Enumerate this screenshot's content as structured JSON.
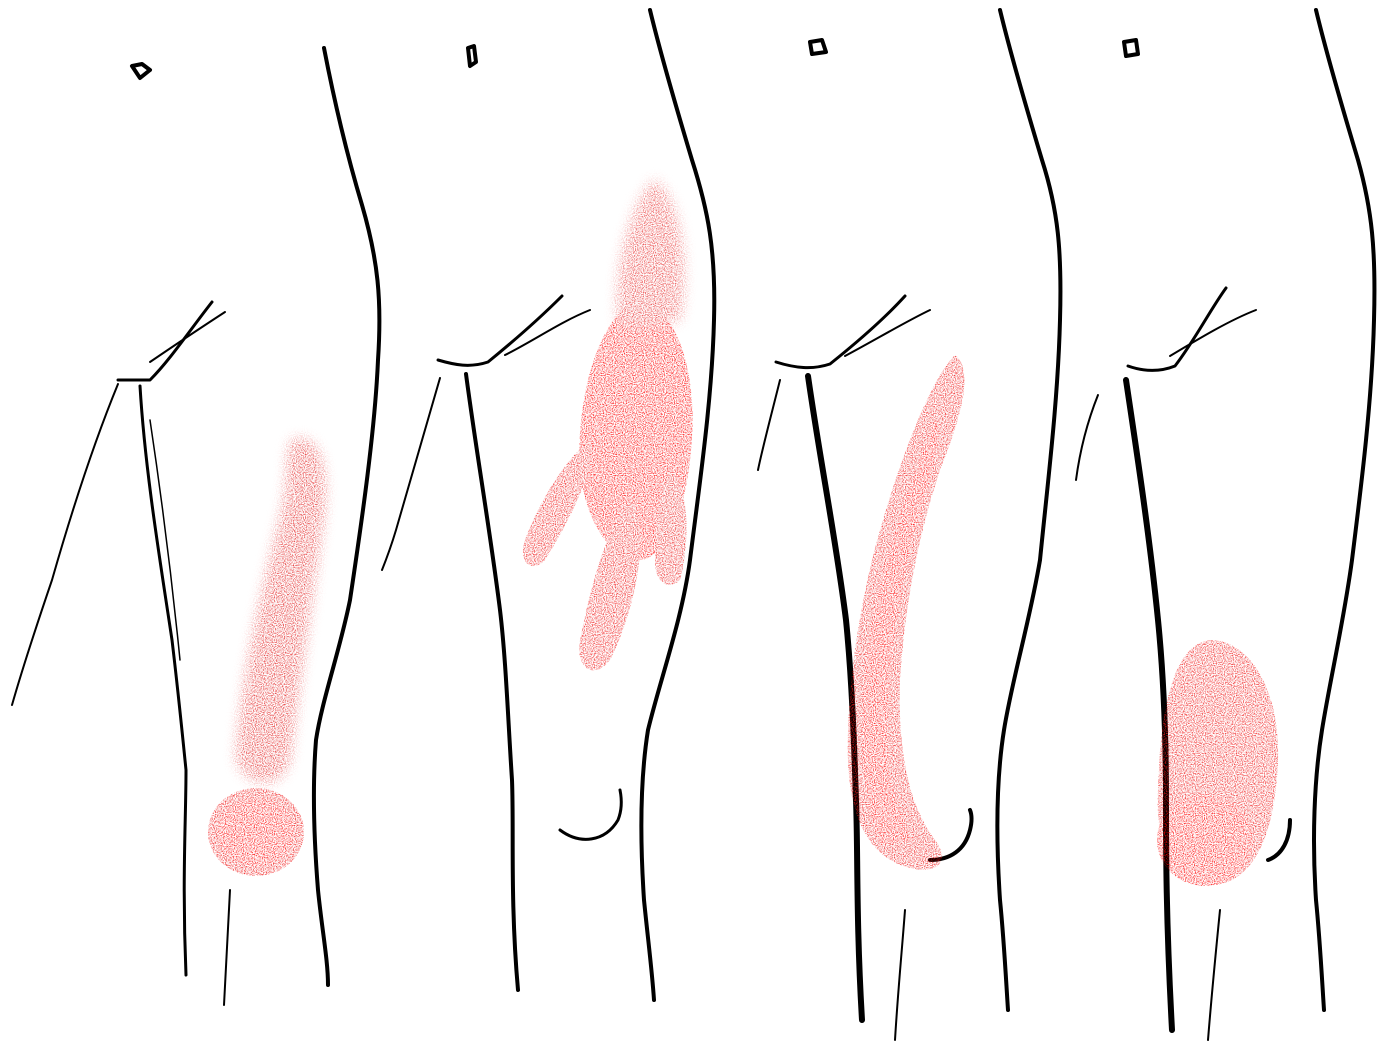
{
  "figure": {
    "panel_count": 4,
    "line_color": "#000000",
    "background_color": "#ffffff",
    "pain_color": "#ee1a1a",
    "shadow_color": "#2a0000",
    "panels": [
      {
        "id": "panel-1",
        "pattern": "lateral-knee-spot-with-streak-up-thigh"
      },
      {
        "id": "panel-2",
        "pattern": "upper-thigh-cluster-with-descending-branches"
      },
      {
        "id": "panel-3",
        "pattern": "diagonal-band-down-medial-thigh-to-knee"
      },
      {
        "id": "panel-4",
        "pattern": "medial-knee-patch"
      }
    ]
  }
}
